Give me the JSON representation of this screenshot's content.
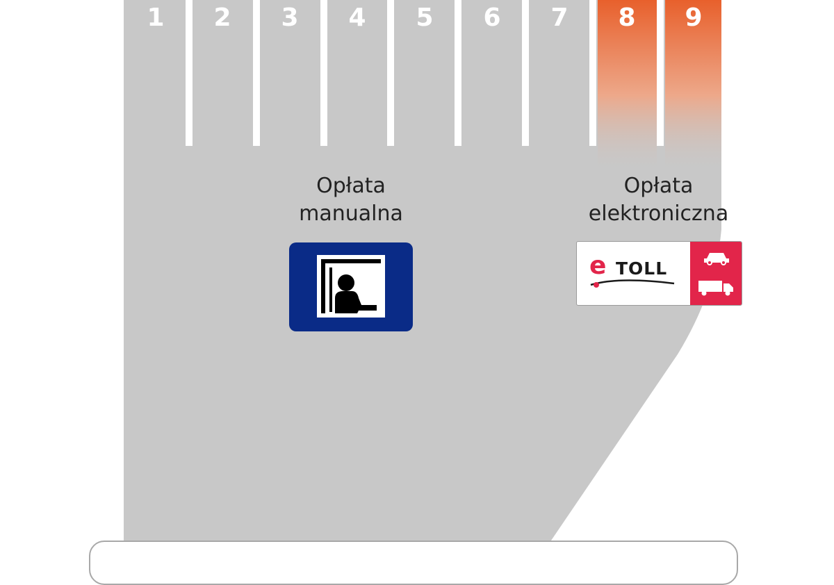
{
  "lanes": [
    {
      "number": "1",
      "payment": "manual"
    },
    {
      "number": "2",
      "payment": "manual"
    },
    {
      "number": "3",
      "payment": "manual"
    },
    {
      "number": "4",
      "payment": "manual"
    },
    {
      "number": "5",
      "payment": "manual"
    },
    {
      "number": "6",
      "payment": "manual"
    },
    {
      "number": "7",
      "payment": "manual"
    },
    {
      "number": "8",
      "payment": "electronic"
    },
    {
      "number": "9",
      "payment": "electronic"
    }
  ],
  "zones": {
    "manual": {
      "label_line1": "Opłata",
      "label_line2": "manualna",
      "sign_icon": "toll-booth-attendant-icon"
    },
    "electronic": {
      "label_line1": "Opłata",
      "label_line2": "elektroniczna",
      "logo_text": "TOLL",
      "logo_letter": "e",
      "vehicle_icons": [
        "car-icon",
        "truck-icon"
      ]
    }
  },
  "colors": {
    "road": "#c8c8c8",
    "lane_divider": "#ffffff",
    "electronic_lane_gradient_top": "#e8602c",
    "manual_sign_blue": "#0a2b87",
    "etoll_red": "#e2254a"
  }
}
